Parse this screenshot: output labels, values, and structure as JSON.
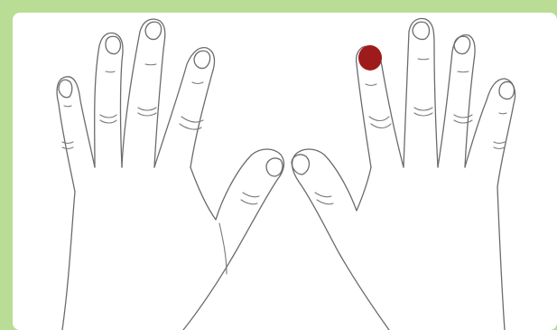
{
  "figure": {
    "background_color": "#b9dd94",
    "panel_color": "#ffffff",
    "line_color": "#6b6b6b",
    "hands": [
      "left-hand",
      "right-hand"
    ],
    "marker": {
      "finger": "right-index-finger",
      "location": "fingertip",
      "color": "#9e1b1b"
    }
  }
}
